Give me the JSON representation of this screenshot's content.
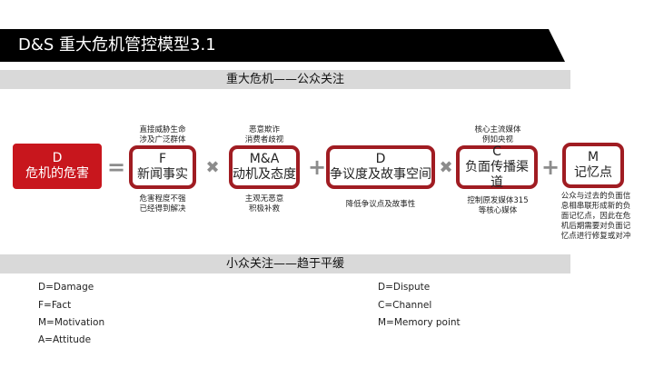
{
  "title": "D&S 重大危机管控模型3.1",
  "band_top": "重大危机——公众关注",
  "band_bottom": "小众关注——趋于平缓",
  "boxes": {
    "d": {
      "letter": "D",
      "label": "危机的危害"
    },
    "f": {
      "letter": "F",
      "label": "新闻事实",
      "above": [
        "直接威胁生命",
        "涉及广泛群体"
      ],
      "below": [
        "危害程度不强",
        "已经得到解决"
      ]
    },
    "ma": {
      "letter": "M&A",
      "label": "动机及态度",
      "above": [
        "恶意欺诈",
        "消费者歧视"
      ],
      "below": [
        "主观无恶意",
        "积极补救"
      ]
    },
    "dd": {
      "letter": "D",
      "label": "争议度及故事空间",
      "below": [
        "降低争议点及故事性"
      ]
    },
    "c": {
      "letter": "C",
      "label": "负面传播渠道",
      "above": [
        "核心主流媒体",
        "例如央视"
      ],
      "below": [
        "控制原发媒体315",
        "等核心媒体"
      ]
    },
    "m": {
      "letter": "M",
      "label": "记忆点",
      "below": [
        "公众与过去的负面信",
        "息相串联形成新的负",
        "面记忆点，因此在危",
        "机后期需要对负面记",
        "忆点进行修复或对冲"
      ]
    }
  },
  "ops": {
    "eq": "=",
    "x1": "✖",
    "p1": "+",
    "x2": "✖",
    "p2": "+"
  },
  "legend": {
    "left": [
      "D=Damage",
      "F=Fact",
      "M=Motivation",
      "A=Attitude"
    ],
    "right": [
      "D=Dispute",
      "C=Channel",
      "M=Memory point"
    ]
  }
}
